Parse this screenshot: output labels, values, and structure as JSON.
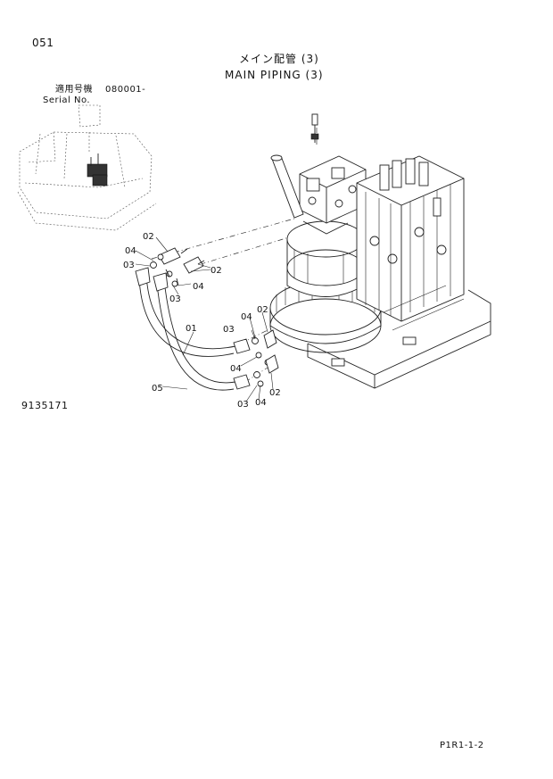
{
  "header": {
    "page_number": "051",
    "title_jp": "メイン配管 (3)",
    "title_en": "MAIN PIPING (3)",
    "serial_label_jp": "適用号機",
    "serial_label_en": "Serial No.",
    "serial_value": "080001-"
  },
  "footer": {
    "drawing_number": "9135171",
    "page_code": "P1R1-1-2"
  },
  "callouts": {
    "c01": "01",
    "c02a": "02",
    "c02b": "02",
    "c02c": "02",
    "c02d": "02",
    "c03a": "03",
    "c03b": "03",
    "c03c": "03",
    "c03d": "03",
    "c04a": "04",
    "c04b": "04",
    "c04c": "04",
    "c04d": "04",
    "c05": "05"
  }
}
